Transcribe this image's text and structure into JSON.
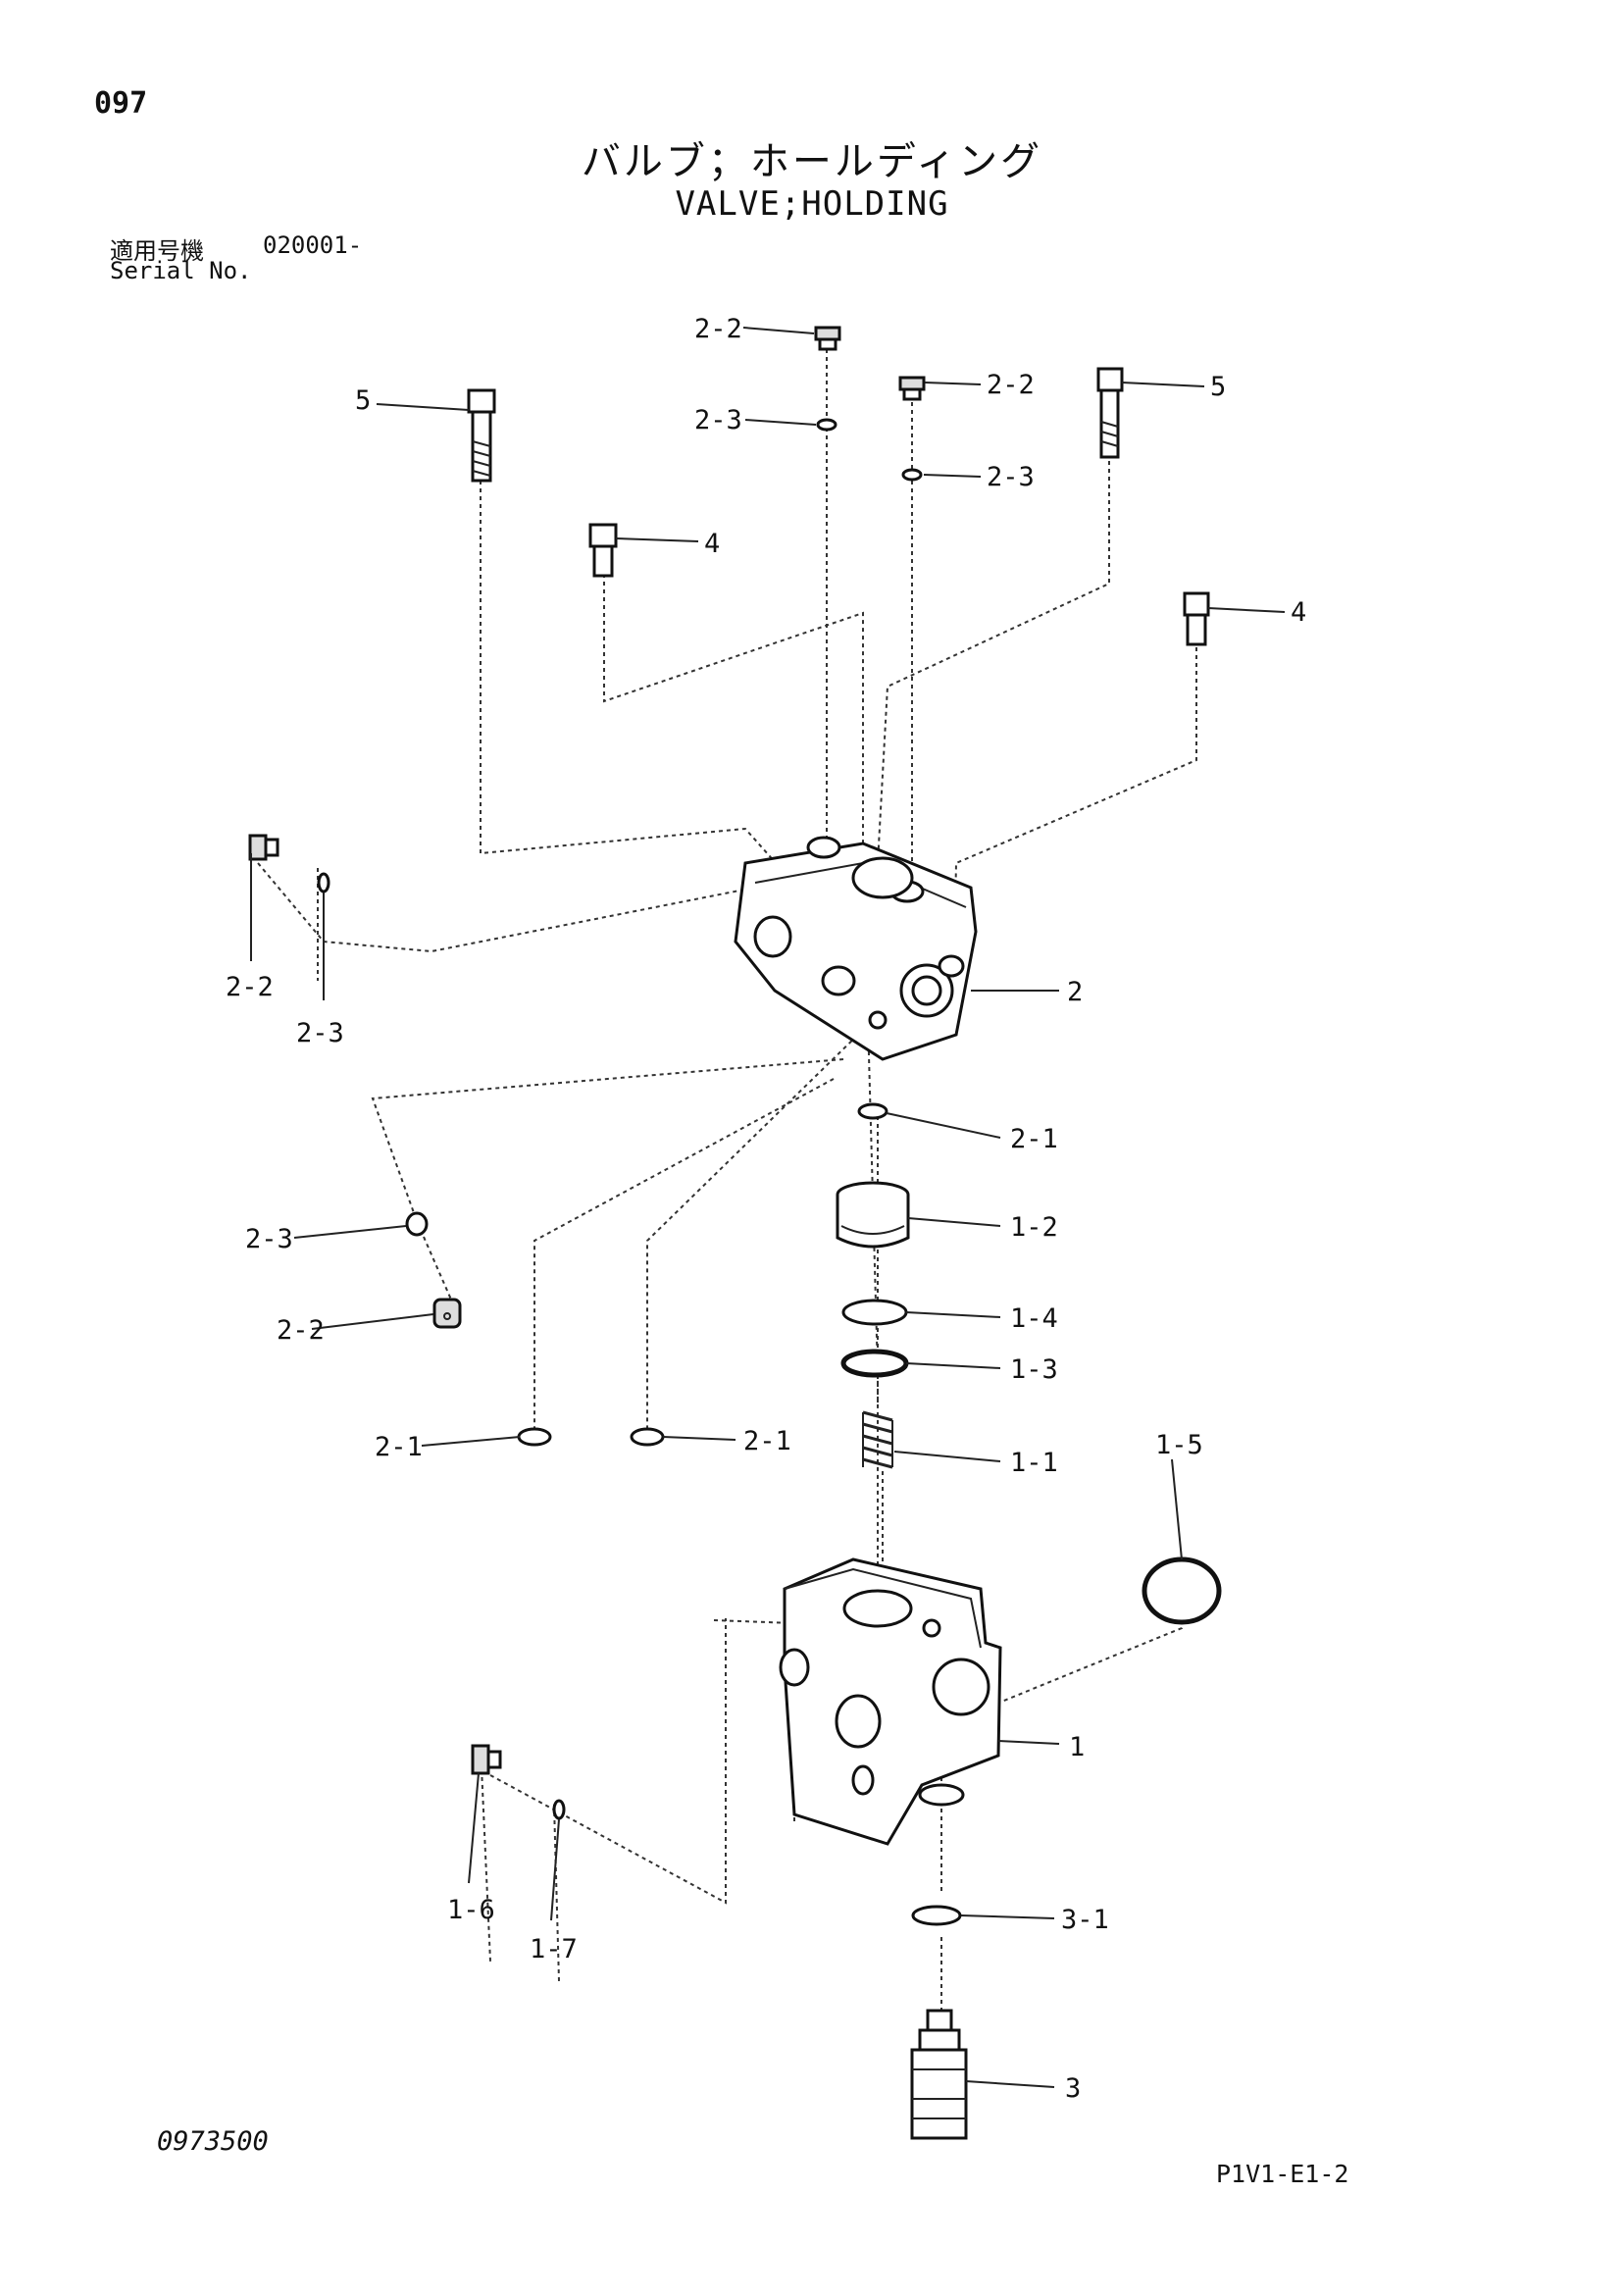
{
  "header": {
    "page_number": "097",
    "title_jp": "バルブ；ホールディング",
    "title_en": "VALVE;HOLDING",
    "serial_label_jp": "適用号機",
    "serial_value": "020001-",
    "serial_label_en": "Serial No."
  },
  "footer": {
    "doc_number": "0973500",
    "page_code": "P1V1-E1-2"
  },
  "callouts": {
    "c_2_2_top": "2-2",
    "c_2_3_top": "2-3",
    "c_2_2_right": "2-2",
    "c_2_3_right": "2-3",
    "c_5_left": "5",
    "c_5_right": "5",
    "c_4_left": "4",
    "c_4_right": "4",
    "c_2_2_side": "2-2",
    "c_2_3_side": "2-3",
    "c_2": "2",
    "c_2_1_center": "2-1",
    "c_1_2": "1-2",
    "c_2_3_low": "2-3",
    "c_2_2_low": "2-2",
    "c_1_4": "1-4",
    "c_1_3": "1-3",
    "c_2_1_left": "2-1",
    "c_2_1_mid": "2-1",
    "c_1_1": "1-1",
    "c_1_5": "1-5",
    "c_1": "1",
    "c_1_6": "1-6",
    "c_1_7": "1-7",
    "c_3_1": "3-1",
    "c_3": "3"
  }
}
